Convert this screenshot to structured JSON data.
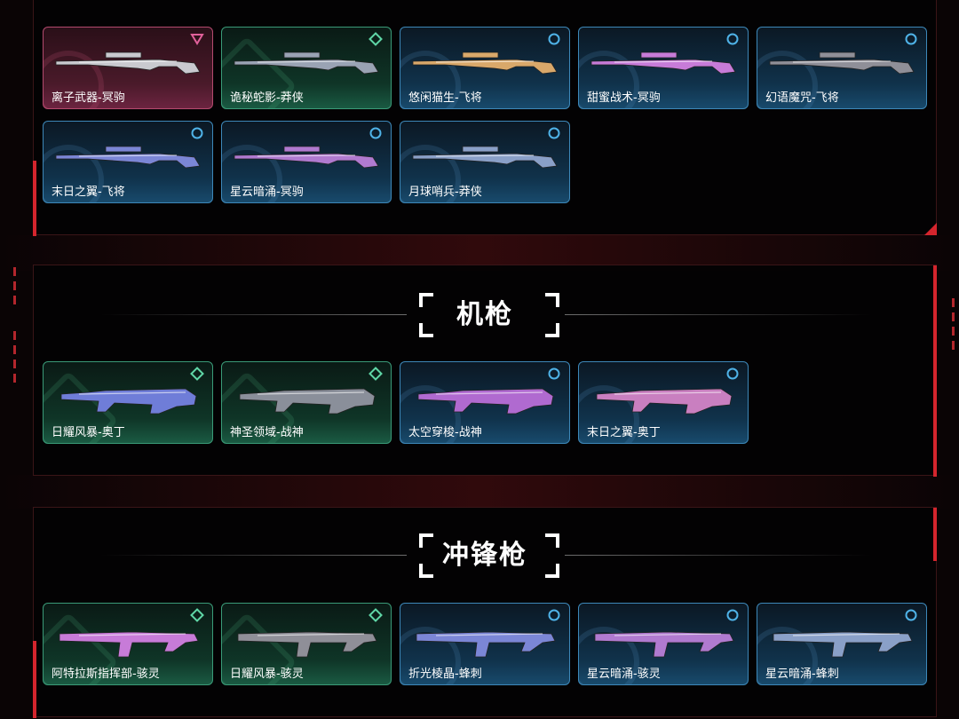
{
  "sections": {
    "sniper": {
      "cards": [
        {
          "label": "离子武器-冥驹",
          "tier": "pink"
        },
        {
          "label": "诡秘蛇影-莽侠",
          "tier": "green"
        },
        {
          "label": "悠闲猫生-飞将",
          "tier": "blue"
        },
        {
          "label": "甜蜜战术-冥驹",
          "tier": "blue"
        },
        {
          "label": "幻语魔咒-飞将",
          "tier": "blue"
        },
        {
          "label": "末日之翼-飞将",
          "tier": "blue"
        },
        {
          "label": "星云暗涌-冥驹",
          "tier": "blue"
        },
        {
          "label": "月球哨兵-莽侠",
          "tier": "blue"
        }
      ]
    },
    "machine_gun": {
      "title": "机枪",
      "cards": [
        {
          "label": "日耀风暴-奥丁",
          "tier": "green"
        },
        {
          "label": "神圣领域-战神",
          "tier": "green"
        },
        {
          "label": "太空穿梭-战神",
          "tier": "blue"
        },
        {
          "label": "末日之翼-奥丁",
          "tier": "blue"
        }
      ]
    },
    "smg": {
      "title": "冲锋枪",
      "cards": [
        {
          "label": "阿特拉斯指挥部-骇灵",
          "tier": "green"
        },
        {
          "label": "日耀风暴-骇灵",
          "tier": "green"
        },
        {
          "label": "折光棱晶-蜂刺",
          "tier": "blue"
        },
        {
          "label": "星云暗涌-骇灵",
          "tier": "blue"
        },
        {
          "label": "星云暗涌-蜂刺",
          "tier": "blue"
        }
      ]
    }
  },
  "colors": {
    "accent": "#d4252d",
    "tier_blue": "#3d88b9",
    "tier_green": "#3a9b78",
    "tier_pink": "#b44a6e"
  },
  "icons": {
    "tier_blue": "ring-icon",
    "tier_green": "diamond-icon",
    "tier_pink": "triangle-icon"
  }
}
